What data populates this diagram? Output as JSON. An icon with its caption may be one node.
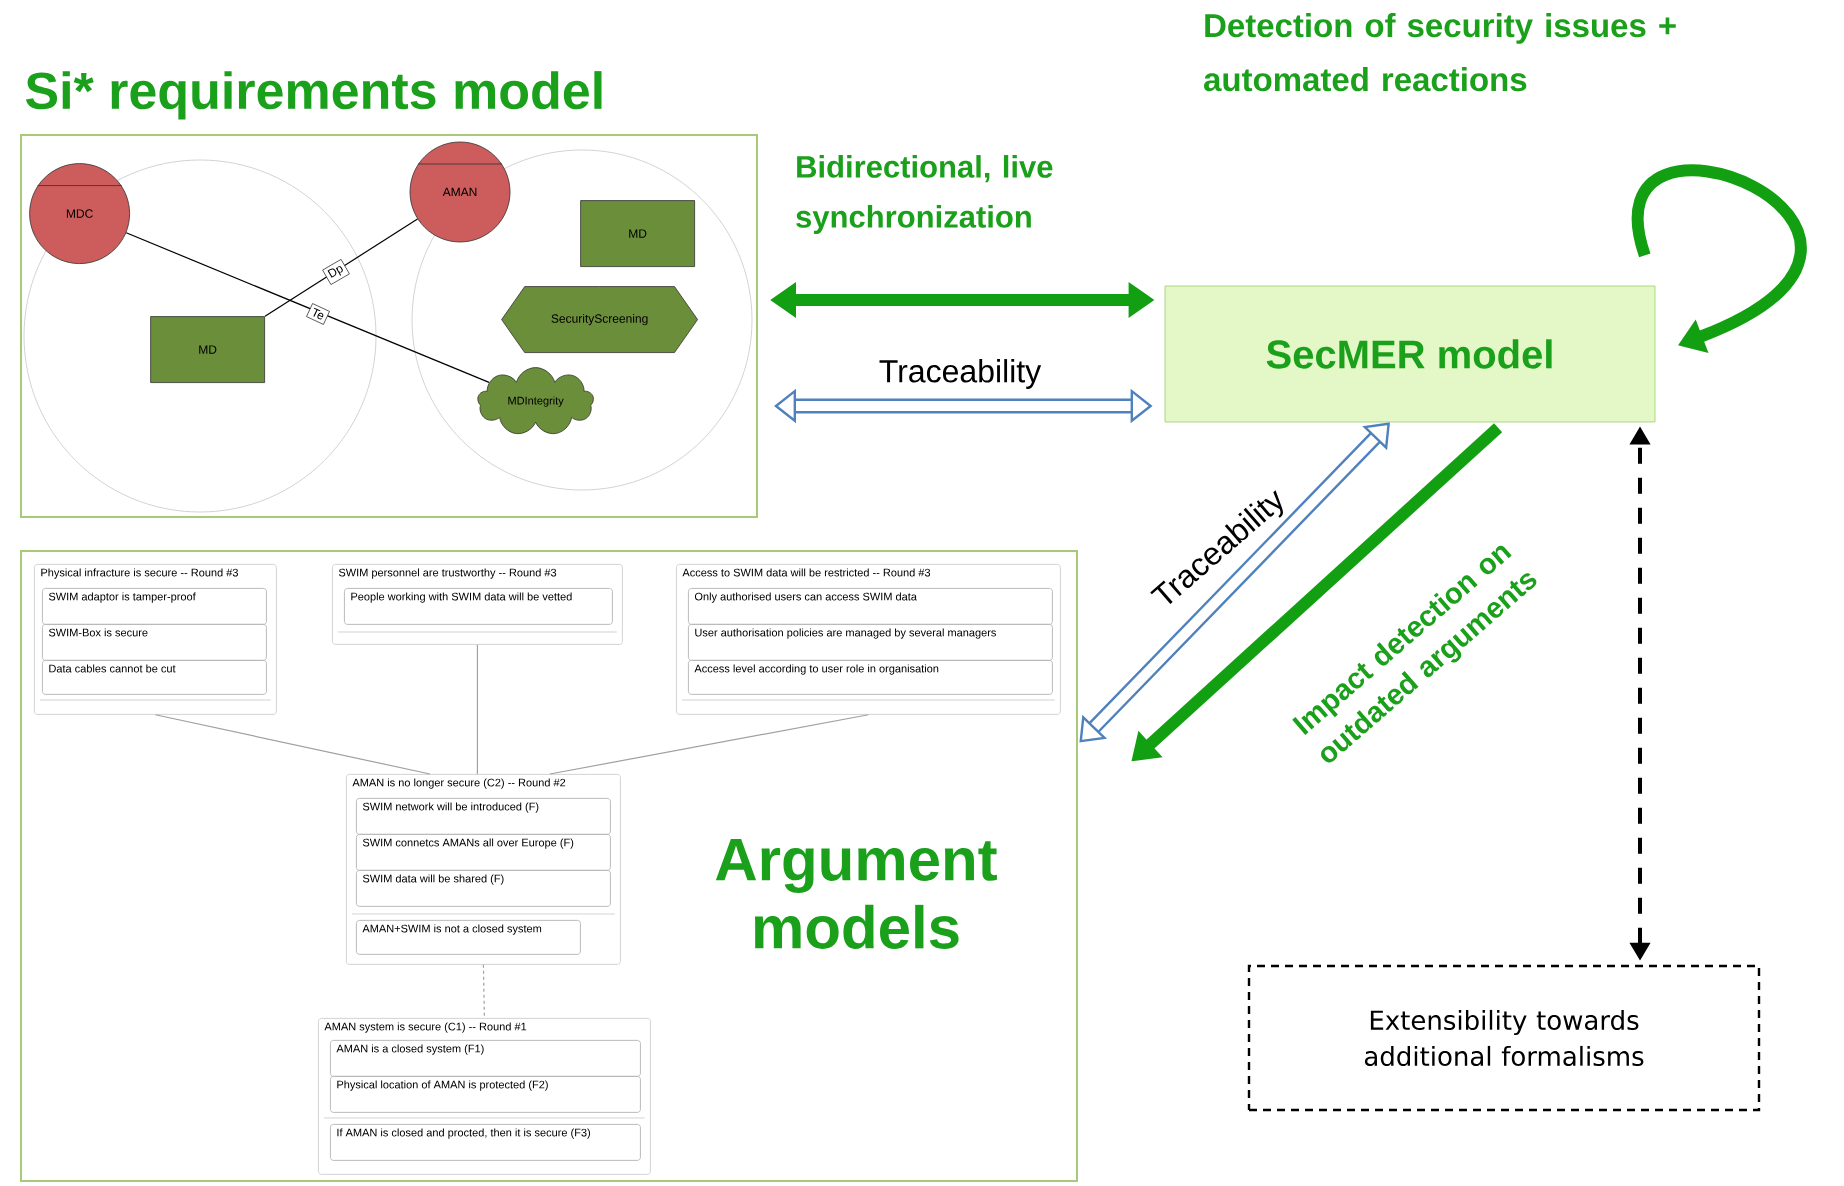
{
  "diagram": {
    "nodes": [
      {
        "text": [
          "Si* requirements model"
        ]
      },
      {
        "text": [],
        "shape": "circle",
        "in": 0
      },
      {
        "text": [],
        "shape": "circle",
        "in": 0
      },
      {
        "text": [
          "MDC"
        ],
        "in": 1
      },
      {
        "text": [
          "AMAN"
        ],
        "in": 0
      },
      {
        "text": [
          "MD"
        ],
        "in": 2
      },
      {
        "text": [
          "SecurityScreening"
        ],
        "in": 2
      },
      {
        "text": [
          "MD"
        ],
        "in": 1
      },
      {
        "text": [
          "MDIntegrity"
        ],
        "in": 2
      },
      {
        "text": [
          "SecMER model"
        ]
      },
      {
        "text": [
          "Argument models"
        ]
      },
      {
        "text": [
          "Physical infracture is secure -- Round #3"
        ],
        "in": 10
      },
      {
        "text": [
          "SWIM adaptor is tamper-proof"
        ],
        "in": 11
      },
      {
        "text": [
          "SWIM-Box is secure"
        ],
        "in": 11
      },
      {
        "text": [
          "Data cables cannot be cut"
        ],
        "in": 11
      },
      {
        "text": [
          "SWIM personnel are trustworthy -- Round #3"
        ],
        "in": 10
      },
      {
        "text": [
          "People working with SWIM data will be vetted"
        ],
        "in": 15
      },
      {
        "text": [
          "Access to SWIM data will be restricted -- Round #3"
        ],
        "in": 10
      },
      {
        "text": [
          "Only authorised users can access SWIM data"
        ],
        "in": 17
      },
      {
        "text": [
          "User authorisation policies are managed by several managers"
        ],
        "in": 17
      },
      {
        "text": [
          "Access level according to user role in organisation"
        ],
        "in": 17
      },
      {
        "text": [
          "AMAN is no longer secure (C2) -- Round #2"
        ],
        "in": 10
      },
      {
        "text": [
          "SWIM network will be introduced (F)"
        ],
        "in": 21
      },
      {
        "text": [
          "SWIM connetcs AMANs all over Europe (F)"
        ],
        "in": 21
      },
      {
        "text": [
          "SWIM data will be shared (F)"
        ],
        "in": 21
      },
      {
        "text": [
          "AMAN+SWIM is not a closed system"
        ],
        "in": 21
      },
      {
        "text": [
          "AMAN system is secure (C1) -- Round #1"
        ],
        "in": 10
      },
      {
        "text": [
          "AMAN is a closed system (F1)"
        ],
        "in": 26
      },
      {
        "text": [
          "Physical location of AMAN is protected (F2)"
        ],
        "in": 26
      },
      {
        "text": [
          "If AMAN is closed and procted, then it is secure (F3)"
        ],
        "in": 26
      },
      {
        "text": [
          "Extensibility towards additional formalisms"
        ]
      }
    ],
    "edges": [
      {
        "from": 7,
        "to": 4,
        "arrow": "none",
        "color": "#000000",
        "label": "Dp"
      },
      {
        "from": 3,
        "to": 8,
        "arrow": "none",
        "color": "#000000",
        "label": "Te"
      },
      {
        "from": 0,
        "to": 9,
        "arrow": "both",
        "style": "thick",
        "color": "#12a012",
        "label": "Bidirectional, live synchronization"
      },
      {
        "from": 0,
        "to": 9,
        "arrow": "both",
        "style": "thick",
        "color": "#4f81bd",
        "label": "Traceability"
      },
      {
        "from": 9,
        "to": 10,
        "arrow": "both",
        "style": "thick",
        "color": "#4f81bd",
        "label": "Traceability"
      },
      {
        "from": 9,
        "to": 10,
        "arrow": "to",
        "style": "thick",
        "color": "#12a012",
        "label": "Impact detection on outdated arguments"
      },
      {
        "from": 9,
        "to": 9,
        "arrow": "to",
        "style": "thick",
        "color": "#12a012",
        "label": "Detection of security issues + automated reactions"
      },
      {
        "from": 30,
        "to": 9,
        "arrow": "both",
        "style": "dashed",
        "color": "#000000"
      },
      {
        "from": 11,
        "to": 21,
        "arrow": "none",
        "color": "#a0a0a0"
      },
      {
        "from": 15,
        "to": 21,
        "arrow": "none",
        "color": "#a0a0a0"
      },
      {
        "from": 17,
        "to": 21,
        "arrow": "none",
        "color": "#a0a0a0"
      },
      {
        "from": 21,
        "to": 26,
        "arrow": "none",
        "style": "dashed",
        "color": "#a0a0a0"
      }
    ]
  }
}
